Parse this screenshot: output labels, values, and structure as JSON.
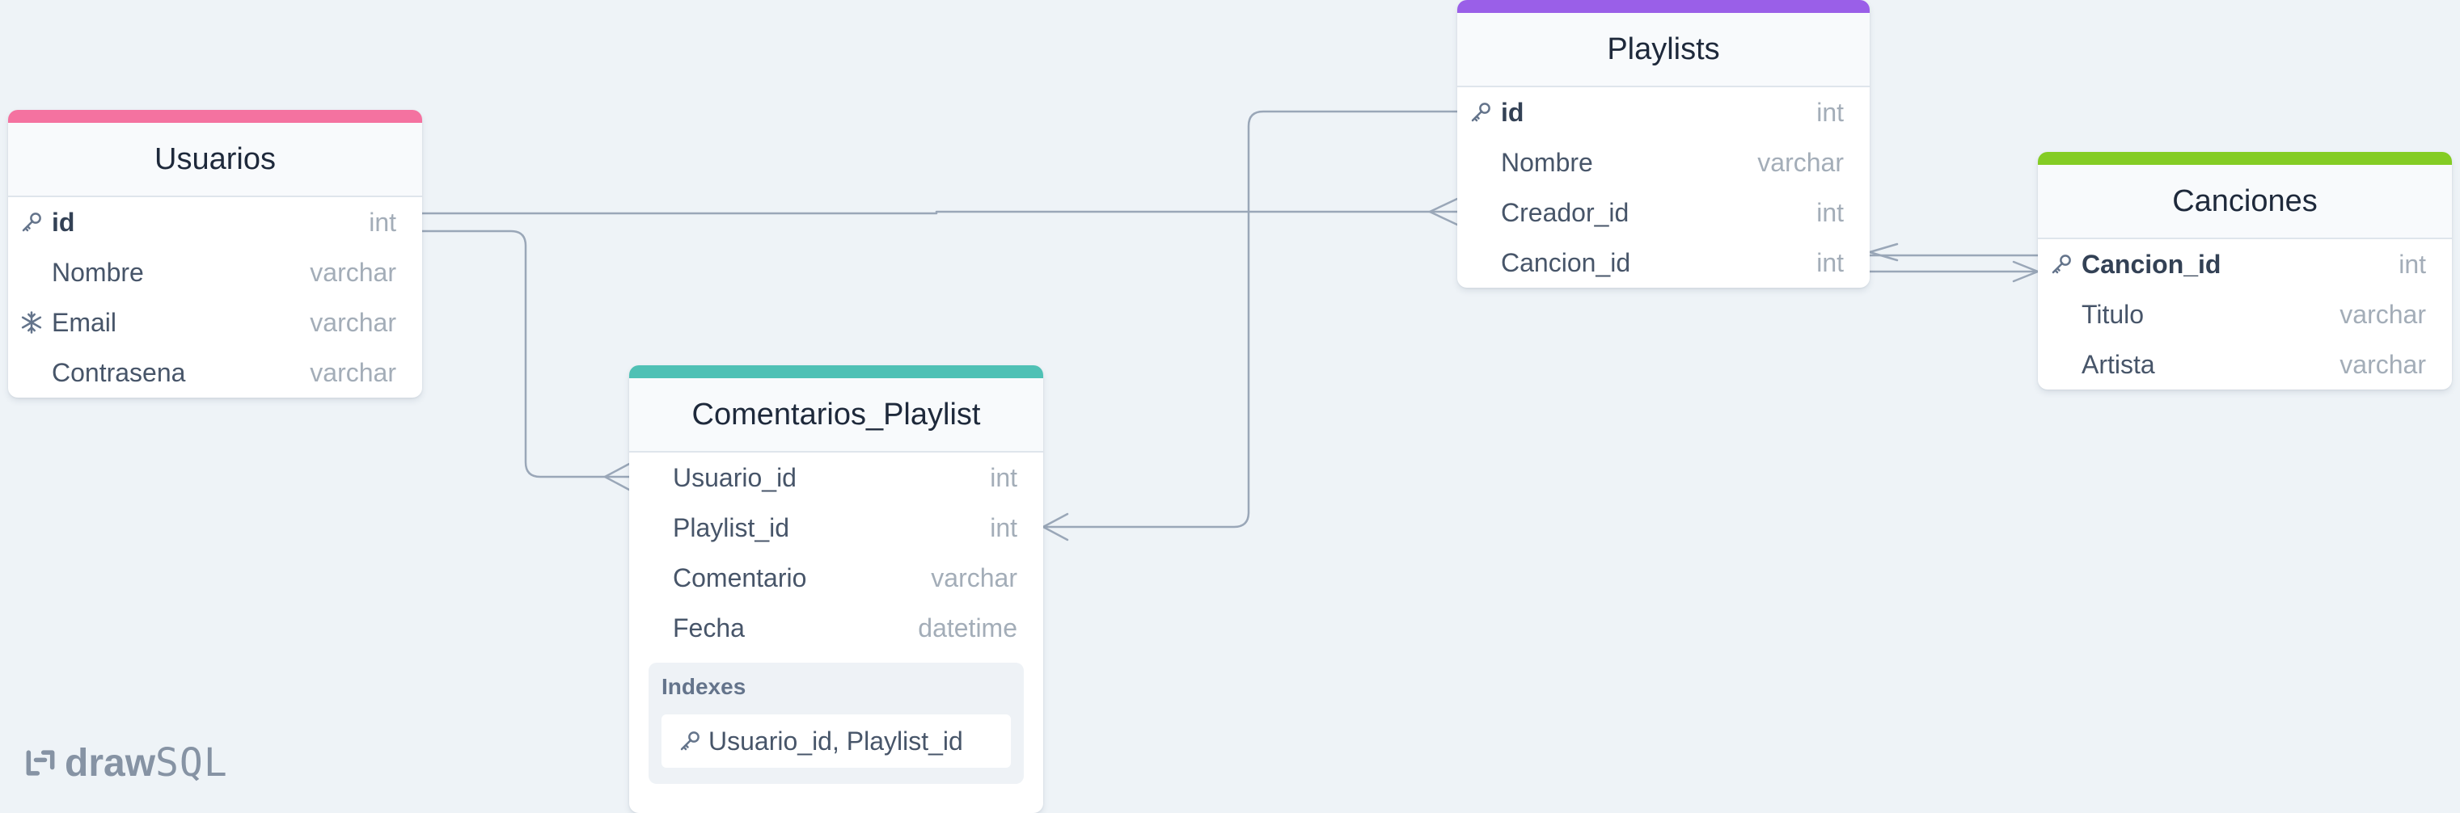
{
  "colors": {
    "canvas": "#eef3f7",
    "connector": "#9aa7b8",
    "usuarios_accent": "#f472a0",
    "playlists_accent": "#9a5fe8",
    "canciones_accent": "#84cc24",
    "comentarios_accent": "#4fc1b5"
  },
  "tables": {
    "usuarios": {
      "title": "Usuarios",
      "columns": [
        {
          "name": "id",
          "type": "int",
          "marker": "key-icon"
        },
        {
          "name": "Nombre",
          "type": "varchar",
          "marker": ""
        },
        {
          "name": "Email",
          "type": "varchar",
          "marker": "snowflake-icon"
        },
        {
          "name": "Contrasena",
          "type": "varchar",
          "marker": ""
        }
      ]
    },
    "playlists": {
      "title": "Playlists",
      "columns": [
        {
          "name": "id",
          "type": "int",
          "marker": "key-icon"
        },
        {
          "name": "Nombre",
          "type": "varchar",
          "marker": ""
        },
        {
          "name": "Creador_id",
          "type": "int",
          "marker": ""
        },
        {
          "name": "Cancion_id",
          "type": "int",
          "marker": ""
        }
      ]
    },
    "canciones": {
      "title": "Canciones",
      "columns": [
        {
          "name": "Cancion_id",
          "type": "int",
          "marker": "key-icon"
        },
        {
          "name": "Titulo",
          "type": "varchar",
          "marker": ""
        },
        {
          "name": "Artista",
          "type": "varchar",
          "marker": ""
        }
      ]
    },
    "comentarios_playlist": {
      "title": "Comentarios_Playlist",
      "columns": [
        {
          "name": "Usuario_id",
          "type": "int",
          "marker": ""
        },
        {
          "name": "Playlist_id",
          "type": "int",
          "marker": ""
        },
        {
          "name": "Comentario",
          "type": "varchar",
          "marker": ""
        },
        {
          "name": "Fecha",
          "type": "datetime",
          "marker": ""
        }
      ],
      "indexes_title": "Indexes",
      "indexes": [
        "Usuario_id, Playlist_id"
      ]
    }
  },
  "brand": {
    "name_draw": "draw",
    "name_sql": "SQL"
  }
}
